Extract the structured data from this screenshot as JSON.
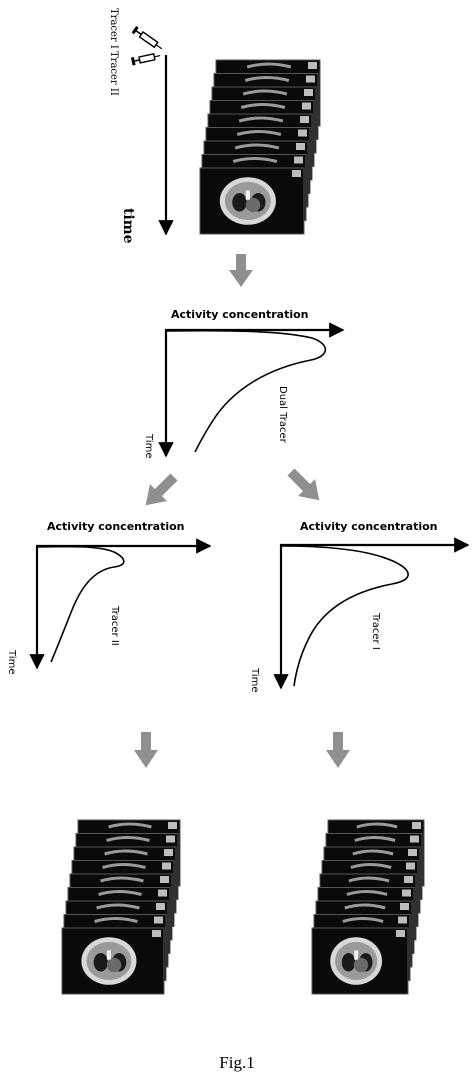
{
  "caption": "Fig.1",
  "colors": {
    "arrow_fill": "#8f8f8f",
    "frame_fill": "#0a0a0a",
    "tissue_gray": "#9a9a9a",
    "tissue_light": "#d8d8d8"
  },
  "acquisition": {
    "tracer_one_label": "Tracer I",
    "tracer_two_label": "Tracer II",
    "time_label": "time",
    "frame_count": 9
  },
  "dual_curve": {
    "y_axis_label": "Activity concentration",
    "time_label": "Time",
    "curve_label": "Dual Tracer"
  },
  "tracer_two_curve": {
    "y_axis_label": "Activity concentration",
    "time_label": "Time",
    "curve_label": "Tracer II"
  },
  "tracer_one_curve": {
    "y_axis_label": "Activity concentration",
    "time_label": "Time",
    "curve_label": "Tracer I"
  },
  "output_stacks": {
    "left_frame_count": 9,
    "right_frame_count": 9
  }
}
